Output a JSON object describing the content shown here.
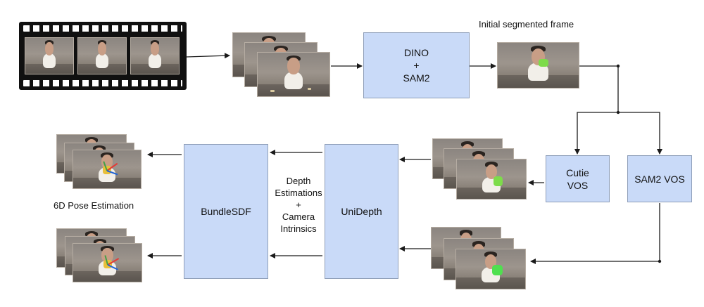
{
  "nodes": {
    "dino_sam2": "DINO\n+\nSAM2",
    "cutie_vos": "Cutie\nVOS",
    "sam2_vos": "SAM2 VOS",
    "unidepth": "UniDepth",
    "bundlesdf": "BundleSDF"
  },
  "labels": {
    "initial_segmented_frame": "Initial segmented frame",
    "depth_intrinsics": "Depth\nEstimations\n+\nCamera\nIntrinsics",
    "pose_estimation": "6D Pose Estimation"
  },
  "colors": {
    "node_fill": "#c9daf8",
    "node_border": "#8e9eb8",
    "arrow": "#1a1a1a",
    "film": "#101010",
    "cutie_mask": "#7ddc4a",
    "sam2_mask": "#4fe04f",
    "axis_x": "#e53935",
    "axis_y": "#43a047",
    "axis_z": "#1e63d6"
  },
  "icons": {
    "video_input": "filmstrip-icon",
    "frames": "frame-stack-icon"
  }
}
